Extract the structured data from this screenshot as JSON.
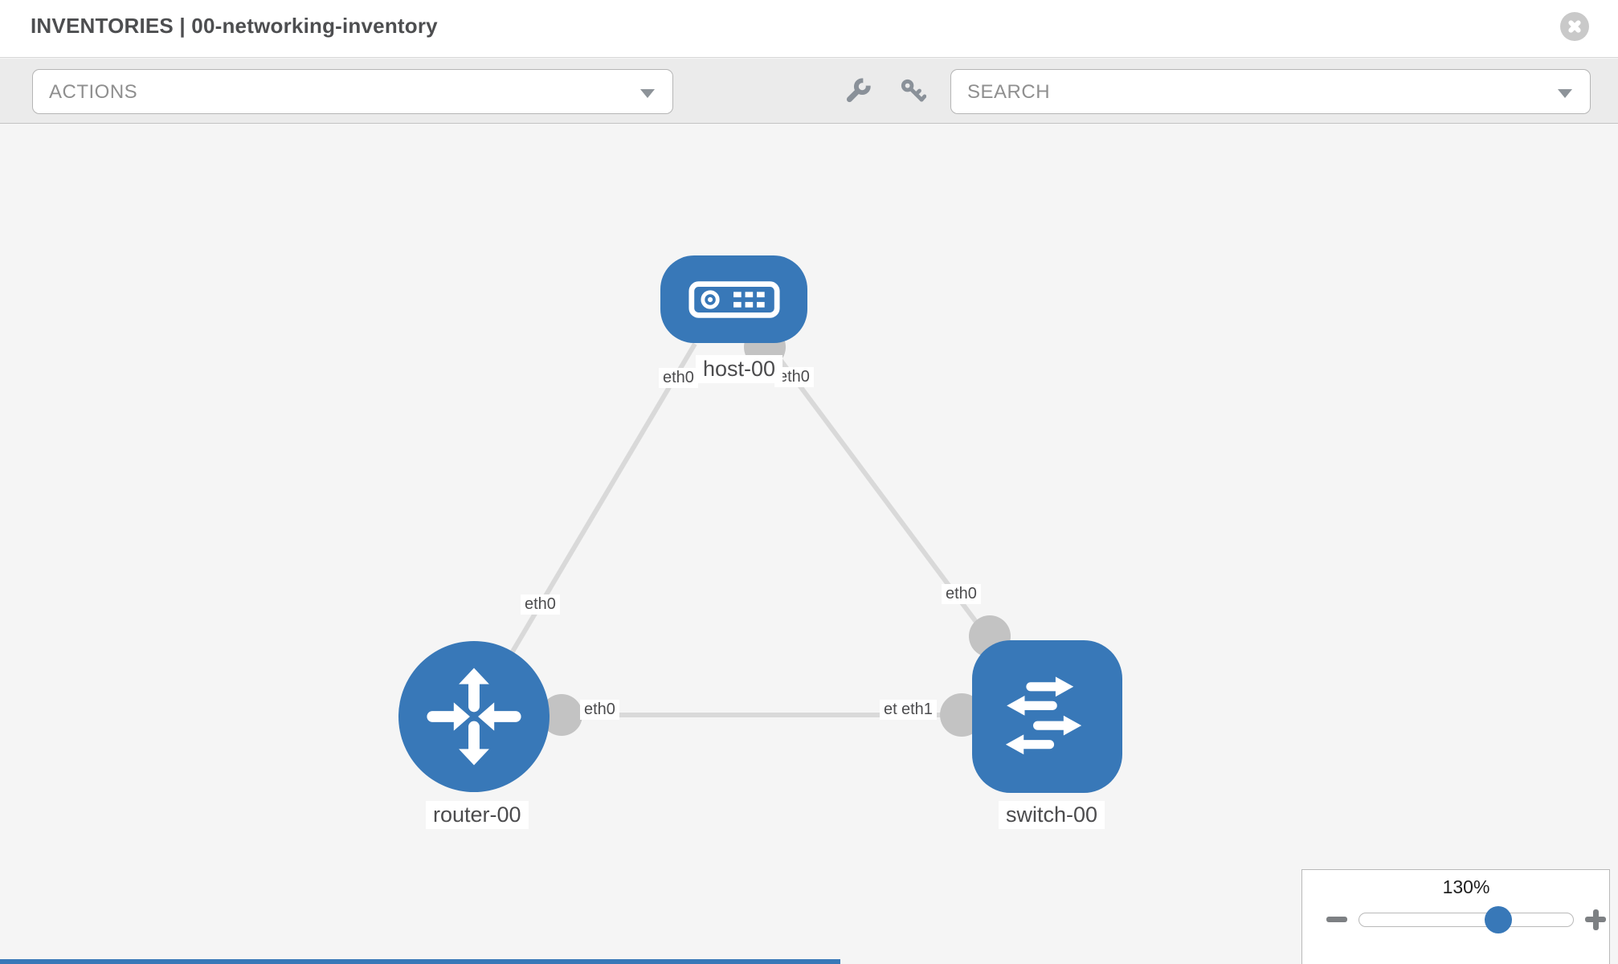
{
  "header": {
    "title": "INVENTORIES | 00-networking-inventory"
  },
  "toolbar": {
    "actions_label": "ACTIONS",
    "search_placeholder": "SEARCH",
    "icons": [
      "wrench-icon",
      "key-icon"
    ]
  },
  "topology": {
    "nodes": {
      "host": {
        "label": "host-00",
        "type": "host",
        "shape": "rounded-rect",
        "icon": "server-icon"
      },
      "router": {
        "label": "router-00",
        "type": "router",
        "shape": "circle",
        "icon": "router-arrows-icon"
      },
      "switch": {
        "label": "switch-00",
        "type": "switch",
        "shape": "rounded-square",
        "icon": "switch-arrows-icon"
      }
    },
    "ports": {
      "host_to_router": "eth0",
      "host_to_switch": "eth0",
      "router_to_host": "eth0",
      "switch_to_host": "eth0",
      "router_to_switch": "eth0",
      "switch_overlapped": "eth0",
      "switch_to_router": "eth1"
    },
    "links": [
      {
        "source": "host-00",
        "source_port": "eth0",
        "target": "router-00",
        "target_port": "eth0"
      },
      {
        "source": "host-00",
        "source_port": "eth0",
        "target": "switch-00",
        "target_port": "eth0"
      },
      {
        "source": "router-00",
        "source_port": "eth0",
        "target": "switch-00",
        "target_port": "eth1"
      }
    ]
  },
  "zoom_widget": {
    "level": "130%",
    "value_percent": 130
  },
  "colors": {
    "node_blue": "#3878b8",
    "link_gray": "#d9d9d9",
    "connector_gray": "#c3c3c3",
    "canvas_bg": "#f5f5f5",
    "toolbar_bg": "#ebebeb"
  }
}
